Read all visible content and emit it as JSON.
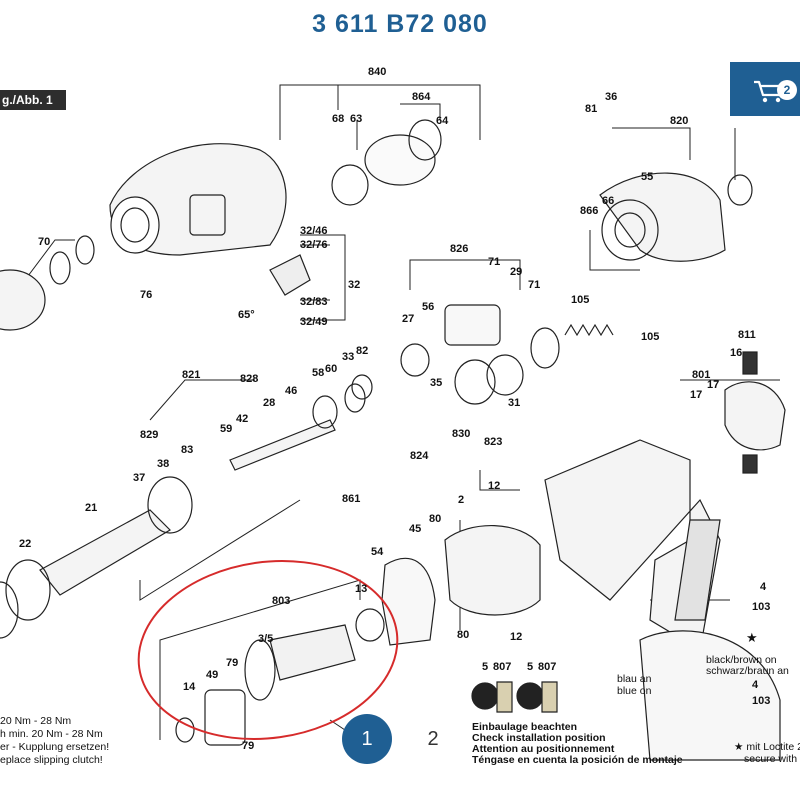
{
  "header": {
    "part_number": "3 611 B72 080"
  },
  "figure_tab": {
    "label": "g./Abb. 1"
  },
  "cart": {
    "count": "2",
    "icon": "cart-icon"
  },
  "pagination": {
    "pages": [
      "1",
      "2"
    ],
    "active": "1"
  },
  "colors": {
    "brand": "#1f5f93",
    "highlight": "#d62b2b"
  },
  "part_labels": [
    "840",
    "68",
    "63",
    "864",
    "64",
    "81",
    "36",
    "820",
    "32/46",
    "32/76",
    "32",
    "70",
    "76",
    "65°",
    "32/83",
    "32/49",
    "826",
    "71",
    "29",
    "71",
    "27",
    "56",
    "866",
    "66",
    "55",
    "105",
    "105",
    "821",
    "828",
    "46",
    "58",
    "60",
    "33",
    "82",
    "35",
    "811",
    "16",
    "829",
    "42",
    "28",
    "59",
    "31",
    "830",
    "823",
    "801",
    "17",
    "17",
    "38",
    "83",
    "37",
    "824",
    "861",
    "12",
    "21",
    "22",
    "45",
    "80",
    "2",
    "54",
    "803",
    "13",
    "3/5",
    "79",
    "49",
    "14",
    "79",
    "80",
    "12",
    "4",
    "103",
    "5",
    "807",
    "5",
    "807",
    "4",
    "103"
  ],
  "torque_notes": [
    "20 Nm - 28 Nm",
    "h min. 20 Nm - 28 Nm",
    "er - Kupplung ersetzen!",
    "eplace slipping clutch!"
  ],
  "install_notes": [
    "Einbaulage beachten",
    "Check installation position",
    "Attention au positionnement",
    "Téngase en cuenta la posición de montaje"
  ],
  "wire_notes": [
    "black/brown on",
    "schwarz/braun an",
    "blau an",
    "blue on"
  ],
  "loctite_note": [
    "★ mit Loctite 2",
    "secure with"
  ],
  "star_marker": "★"
}
